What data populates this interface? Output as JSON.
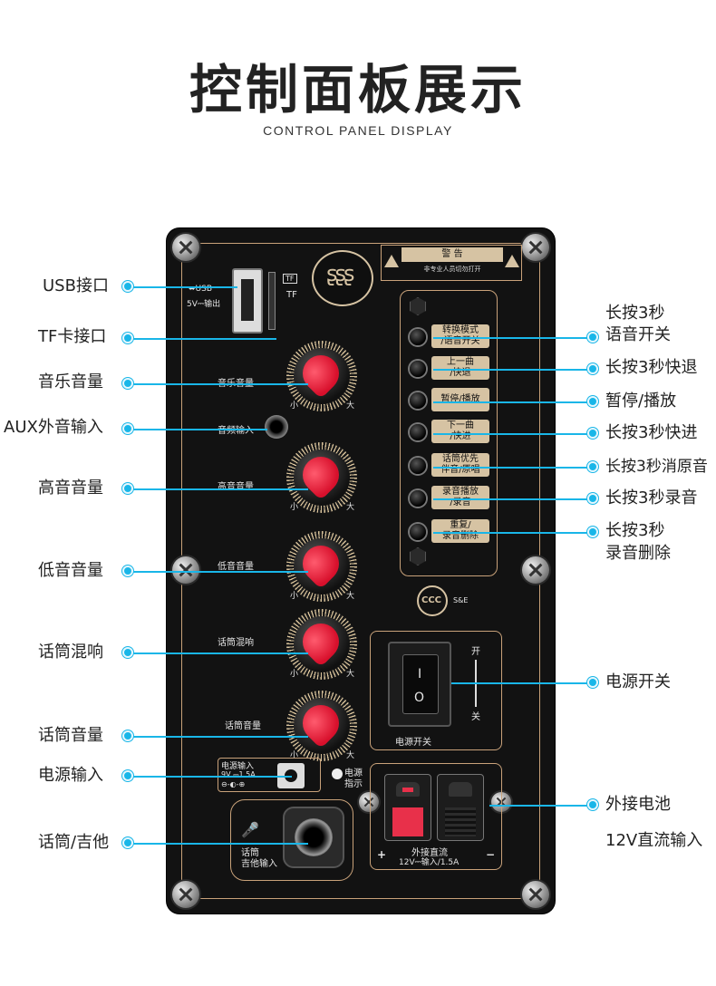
{
  "header": {
    "title": "控制面板展示",
    "subtitle": "CONTROL PANEL DISPLAY"
  },
  "panel": {
    "warning_title": "警 告",
    "warning_body": "非专业人员切勿打开",
    "usb_label": "⬌USB",
    "usb_output": "5V⎓输出",
    "tf_label_box": "TF",
    "tf_label": "TF",
    "knobs": [
      {
        "label": "音乐音量"
      },
      {
        "label": "高音音量"
      },
      {
        "label": "低音音量"
      },
      {
        "label": "话筒混响"
      },
      {
        "label": "话筒音量"
      }
    ],
    "knob_min": "小",
    "knob_max": "大",
    "aux_label": "音频输入",
    "buttons": [
      {
        "l1": "转换模式",
        "l2": "/语音开关"
      },
      {
        "l1": "上一曲",
        "l2": "/快退"
      },
      {
        "l1": "暂停/播放",
        "l2": ""
      },
      {
        "l1": "下一曲",
        "l2": "/快进"
      },
      {
        "l1": "话筒优先",
        "l2": "伴音/原唱"
      },
      {
        "l1": "录音播放",
        "l2": "/录音"
      },
      {
        "l1": "重复/",
        "l2": "录音删除"
      }
    ],
    "ccc_mark": "S&E",
    "switch_on": "开",
    "switch_off": "关",
    "switch_i": "I",
    "switch_o": "O",
    "switch_label": "电源开关",
    "dc_label": "电源输入",
    "dc_spec": "9V ⎓1.5A",
    "dc_polarity": "⊖-◐-⊕",
    "led_label1": "电源",
    "led_label2": "指示",
    "mic_label1": "话筒",
    "mic_label2": "吉他输入",
    "bat_label": "外接直流",
    "bat_spec": "12V⎓输入/1.5A",
    "bat_plus": "+",
    "bat_minus": "−"
  },
  "callouts_left": [
    "USB接口",
    "TF卡接口",
    "音乐音量",
    "AUX外音输入",
    "高音音量",
    "低音音量",
    "话筒混响",
    "话筒音量",
    "电源输入",
    "话筒/吉他"
  ],
  "callouts_right": [
    {
      "l1": "长按3秒",
      "l2": "语音开关"
    },
    {
      "l1": "长按3秒快退"
    },
    {
      "l1": "暂停/播放"
    },
    {
      "l1": "长按3秒快进"
    },
    {
      "l1": "长按3秒消原音"
    },
    {
      "l1": "长按3秒录音"
    },
    {
      "l1": "长按3秒",
      "l2": "录音删除"
    },
    {
      "l1": "电源开关"
    },
    {
      "l1": "外接电池"
    },
    {
      "l1": "12V直流输入"
    }
  ],
  "colors": {
    "accent": "#19b6e8",
    "panel": "#121212",
    "trim": "#c9a27a",
    "knob_cap": "#d8102c"
  }
}
